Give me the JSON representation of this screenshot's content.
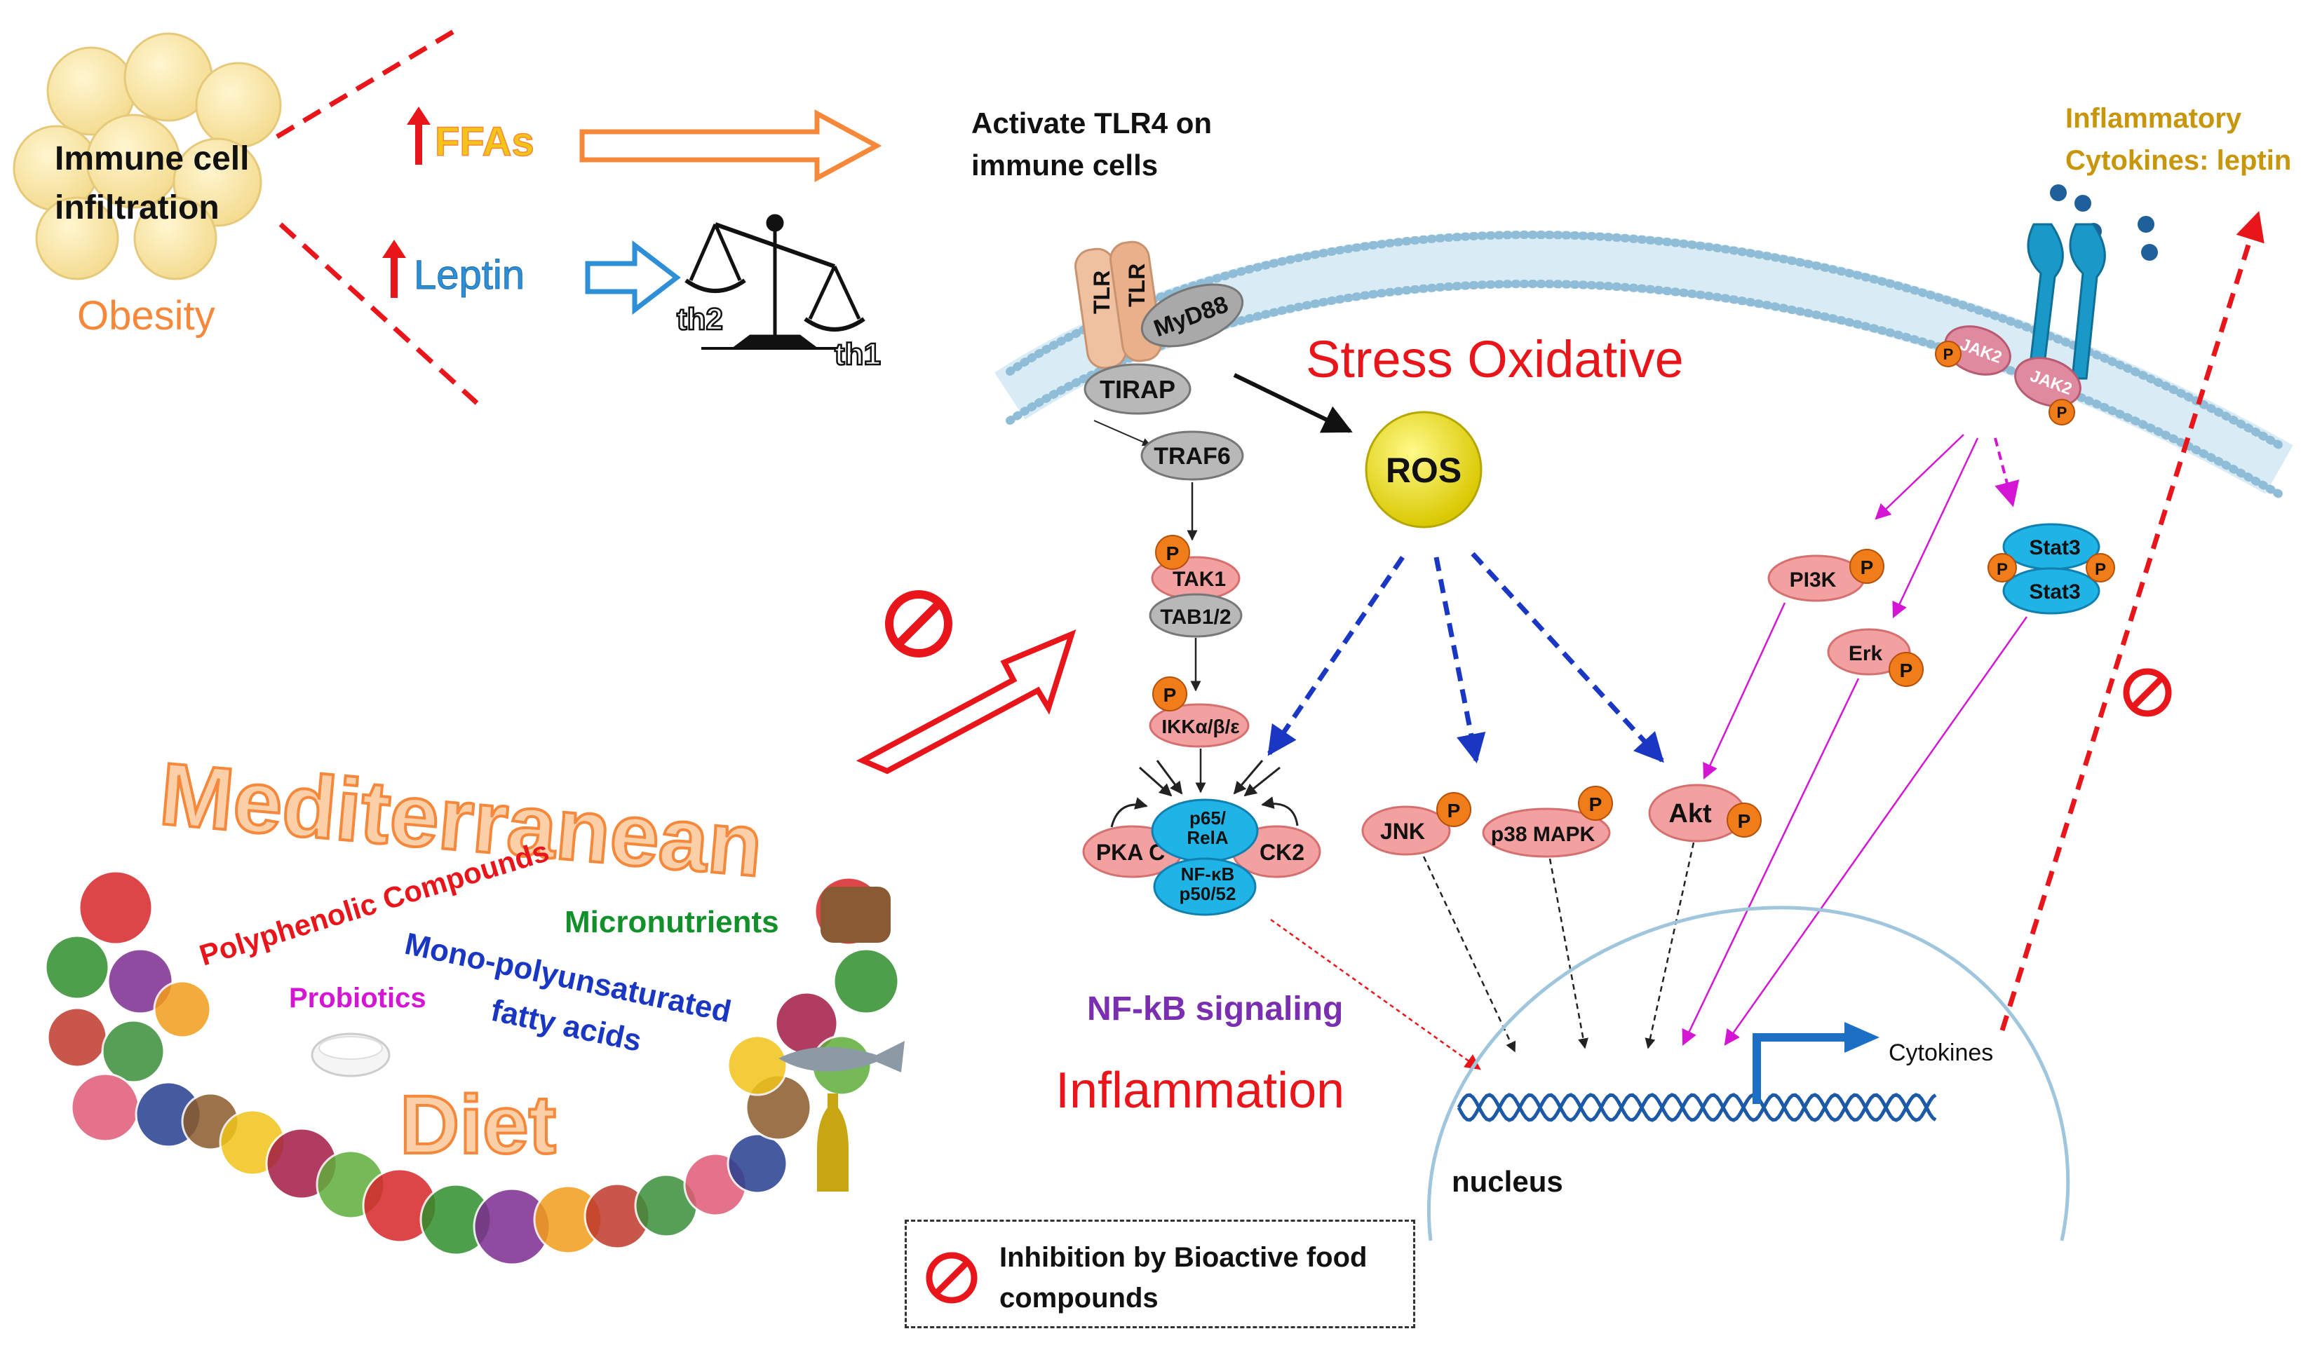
{
  "labels": {
    "immune_cell_infiltration_1": "Immune cell",
    "immune_cell_infiltration_2": "infiltration",
    "obesity": "Obesity",
    "ffas": "FFAs",
    "leptin": "Leptin",
    "th2": "th2",
    "th1": "th1",
    "activate_tlr4_1": "Activate TLR4 on",
    "activate_tlr4_2": "immune cells",
    "inflammatory_cytokines_1": "Inflammatory",
    "inflammatory_cytokines_2": "Cytokines: leptin",
    "stress_oxidative": "Stress Oxidative",
    "ros": "ROS",
    "tlr_a": "TLR",
    "tlr_b": "TLR",
    "myd88": "MyD88",
    "tirap": "TIRAP",
    "traf6": "TRAF6",
    "tak1": "TAK1",
    "tab12": "TAB1/2",
    "ikk": "IKKα/β/ε",
    "pkac": "PKA C",
    "ck2": "CK2",
    "p65_1": "p65/",
    "p65_2": "RelA",
    "nfkb_1": "NF-κB",
    "nfkb_2": "p50/52",
    "jnk": "JNK",
    "p38": "p38 MAPK",
    "akt": "Akt",
    "pi3k": "PI3K",
    "erk": "Erk",
    "stat3_a": "Stat3",
    "stat3_b": "Stat3",
    "jak2_a": "JAK2",
    "jak2_b": "JAK2",
    "phospho": "P",
    "nfkb_signaling": "NF-kB signaling",
    "inflammation": "Inflammation",
    "cytokines": "Cytokines",
    "nucleus": "nucleus",
    "mediterranean": "Mediterranean",
    "diet": "Diet",
    "polyphenolic": "Polyphenolic Compounds",
    "micronutrients": "Micronutrients",
    "probiotics": "Probiotics",
    "mono_poly_1": "Mono-polyunsaturated",
    "mono_poly_2": "fatty acids"
  },
  "legend": {
    "text": "Inhibition by Bioactive food compounds"
  },
  "colors": {
    "orange": "#f5883a",
    "yellow_text": "#f5c418",
    "blue_leptin": "#2e8fd6",
    "red": "#e8151b",
    "purple": "#7a2fb0",
    "magenta": "#d416d4",
    "green": "#12902a",
    "navy": "#1a37c4",
    "gold_text": "#c8960a",
    "pink_node": "#f2a0a0",
    "grey_node": "#b8b8b8",
    "cyan_node": "#1fb3e6",
    "ros_yellow": "#f0e41a",
    "membrane": "#9cc6dc",
    "dna_blue": "#1c5aa8"
  },
  "icons": [
    "inhibition-icon",
    "balance-scale-icon",
    "dna-helix-icon",
    "adipose-cells-icon",
    "food-icon"
  ]
}
